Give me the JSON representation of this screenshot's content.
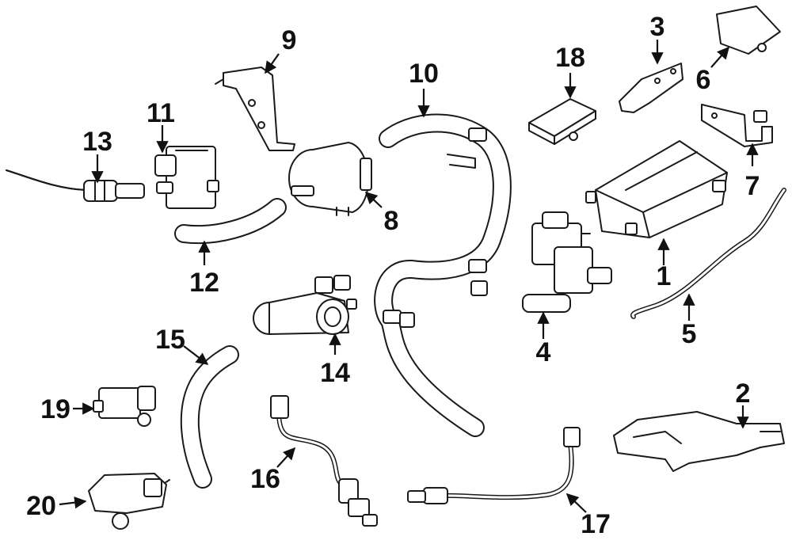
{
  "diagram": {
    "callouts": [
      {
        "id": "1",
        "label": "1"
      },
      {
        "id": "2",
        "label": "2"
      },
      {
        "id": "3",
        "label": "3"
      },
      {
        "id": "4",
        "label": "4"
      },
      {
        "id": "5",
        "label": "5"
      },
      {
        "id": "6",
        "label": "6"
      },
      {
        "id": "7",
        "label": "7"
      },
      {
        "id": "8",
        "label": "8"
      },
      {
        "id": "9",
        "label": "9"
      },
      {
        "id": "10",
        "label": "10"
      },
      {
        "id": "11",
        "label": "11"
      },
      {
        "id": "12",
        "label": "12"
      },
      {
        "id": "13",
        "label": "13"
      },
      {
        "id": "14",
        "label": "14"
      },
      {
        "id": "15",
        "label": "15"
      },
      {
        "id": "16",
        "label": "16"
      },
      {
        "id": "17",
        "label": "17"
      },
      {
        "id": "18",
        "label": "18"
      },
      {
        "id": "19",
        "label": "19"
      },
      {
        "id": "20",
        "label": "20"
      }
    ]
  }
}
